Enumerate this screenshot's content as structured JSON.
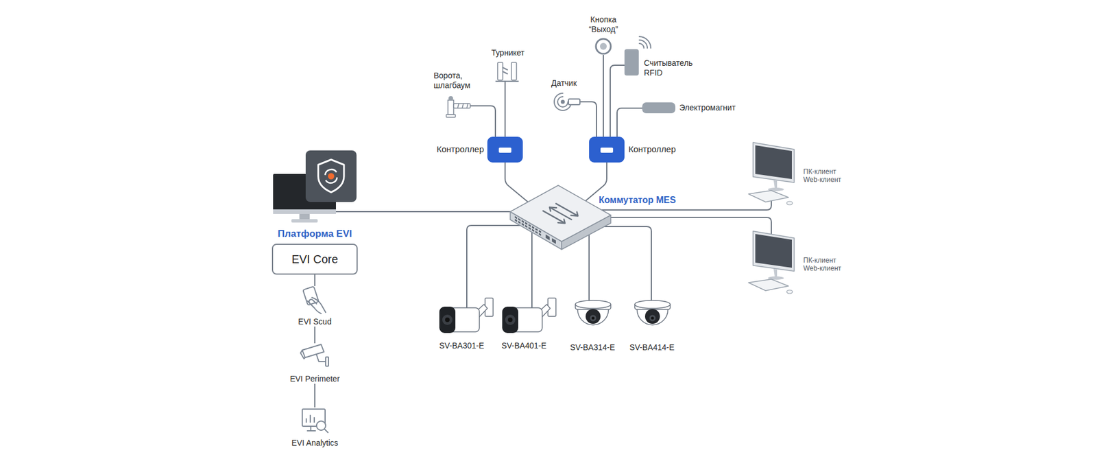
{
  "diagram": {
    "nodes": [
      {
        "text": [
          "Платформа EVI"
        ]
      },
      {
        "text": [
          "EVI Core"
        ]
      },
      {
        "text": [
          "EVI Scud"
        ]
      },
      {
        "text": [
          "EVI Perimeter"
        ]
      },
      {
        "text": [
          "EVI Analytics"
        ]
      },
      {
        "text": [
          "Коммутатор MES"
        ]
      },
      {
        "text": [
          "Контроллер"
        ]
      },
      {
        "text": [
          "Контроллер"
        ]
      },
      {
        "text": [
          "Ворота, шлагбаум"
        ]
      },
      {
        "text": [
          "Турникет"
        ]
      },
      {
        "text": [
          "Датчик"
        ]
      },
      {
        "text": [
          "Кнопка “Выход”"
        ]
      },
      {
        "text": [
          "Считыватель RFID"
        ]
      },
      {
        "text": [
          "Электромагнит"
        ]
      },
      {
        "text": [
          "SV-BA301-E"
        ]
      },
      {
        "text": [
          "SV-BA401-E"
        ]
      },
      {
        "text": [
          "SV-BA314-E"
        ]
      },
      {
        "text": [
          "SV-BA414-E"
        ]
      },
      {
        "text": [
          "ПК-клиент Web-клиент"
        ]
      },
      {
        "text": [
          "ПК-клиент Web-клиент"
        ]
      }
    ],
    "edges": [
      {
        "from": 0,
        "to": 5,
        "arrow": "none"
      },
      {
        "from": 1,
        "to": 2,
        "arrow": "none"
      },
      {
        "from": 2,
        "to": 3,
        "arrow": "none"
      },
      {
        "from": 3,
        "to": 4,
        "arrow": "none"
      },
      {
        "from": 6,
        "to": 5,
        "arrow": "none"
      },
      {
        "from": 7,
        "to": 5,
        "arrow": "none"
      },
      {
        "from": 8,
        "to": 6,
        "arrow": "none"
      },
      {
        "from": 9,
        "to": 6,
        "arrow": "none"
      },
      {
        "from": 10,
        "to": 7,
        "arrow": "none"
      },
      {
        "from": 11,
        "to": 7,
        "arrow": "none"
      },
      {
        "from": 12,
        "to": 7,
        "arrow": "none"
      },
      {
        "from": 13,
        "to": 7,
        "arrow": "none"
      },
      {
        "from": 5,
        "to": 14,
        "arrow": "none"
      },
      {
        "from": 5,
        "to": 15,
        "arrow": "none"
      },
      {
        "from": 5,
        "to": 16,
        "arrow": "none"
      },
      {
        "from": 5,
        "to": 17,
        "arrow": "none"
      },
      {
        "from": 5,
        "to": 18,
        "arrow": "none"
      },
      {
        "from": 5,
        "to": 19,
        "arrow": "none"
      }
    ]
  }
}
